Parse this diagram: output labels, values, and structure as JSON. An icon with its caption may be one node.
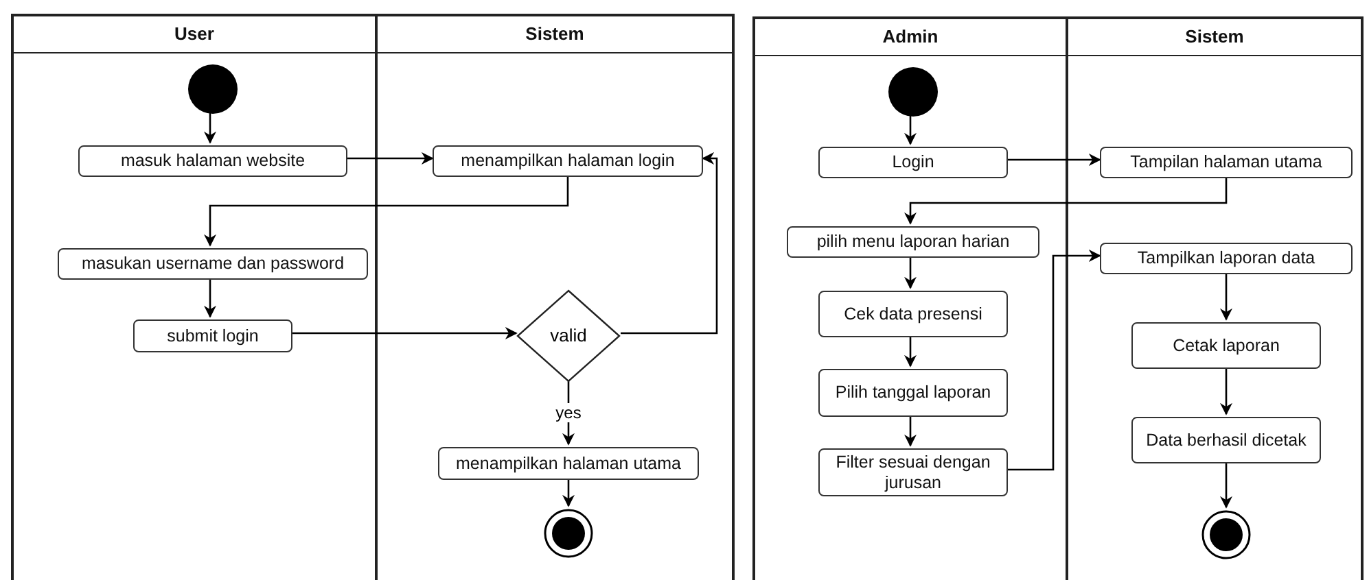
{
  "diagram": {
    "nodes": [
      {
        "text": [
          "User"
        ]
      },
      {
        "text": [],
        "shape": "circle",
        "in": 0
      },
      {
        "text": [
          "masuk halaman website"
        ],
        "in": 0
      },
      {
        "text": [
          "masukan username dan password"
        ],
        "in": 0
      },
      {
        "text": [
          "submit login"
        ],
        "in": 0
      },
      {
        "text": [
          "Sistem"
        ]
      },
      {
        "text": [
          "menampilkan halaman login"
        ],
        "in": 5
      },
      {
        "text": [
          "valid"
        ],
        "in": 5
      },
      {
        "text": [
          "menampilkan halaman utama"
        ],
        "in": 5
      },
      {
        "text": [],
        "shape": "circle",
        "in": 5
      },
      {
        "text": [
          "Admin"
        ]
      },
      {
        "text": [],
        "shape": "circle",
        "in": 10
      },
      {
        "text": [
          "Login"
        ],
        "in": 10
      },
      {
        "text": [
          "pilih menu laporan harian"
        ],
        "in": 10
      },
      {
        "text": [
          "Cek data presensi"
        ],
        "in": 10
      },
      {
        "text": [
          "Pilih tanggal laporan"
        ],
        "in": 10
      },
      {
        "text": [
          "Filter sesuai dengan jurusan"
        ],
        "in": 10
      },
      {
        "text": [
          "Sistem"
        ]
      },
      {
        "text": [
          "Tampilan halaman utama"
        ],
        "in": 17
      },
      {
        "text": [
          "Tampilkan laporan data"
        ],
        "in": 17
      },
      {
        "text": [
          "Cetak laporan"
        ],
        "in": 17
      },
      {
        "text": [
          "Data berhasil dicetak"
        ],
        "in": 17
      },
      {
        "text": [],
        "shape": "circle",
        "in": 17
      }
    ],
    "edges": [
      {
        "from": 1,
        "to": 2,
        "arrow": "to"
      },
      {
        "from": 2,
        "to": 6,
        "arrow": "to"
      },
      {
        "from": 6,
        "to": 3,
        "arrow": "to"
      },
      {
        "from": 3,
        "to": 4,
        "arrow": "to"
      },
      {
        "from": 4,
        "to": 7,
        "arrow": "to"
      },
      {
        "from": 7,
        "to": 6,
        "arrow": "to"
      },
      {
        "from": 7,
        "to": 8,
        "arrow": "to",
        "label": "yes"
      },
      {
        "from": 8,
        "to": 9,
        "arrow": "to"
      },
      {
        "from": 11,
        "to": 12,
        "arrow": "to"
      },
      {
        "from": 12,
        "to": 18,
        "arrow": "to"
      },
      {
        "from": 18,
        "to": 13,
        "arrow": "to"
      },
      {
        "from": 13,
        "to": 14,
        "arrow": "to"
      },
      {
        "from": 14,
        "to": 15,
        "arrow": "to"
      },
      {
        "from": 15,
        "to": 16,
        "arrow": "to"
      },
      {
        "from": 16,
        "to": 19,
        "arrow": "to"
      },
      {
        "from": 19,
        "to": 20,
        "arrow": "to"
      },
      {
        "from": 20,
        "to": 21,
        "arrow": "to"
      },
      {
        "from": 21,
        "to": 22,
        "arrow": "to"
      }
    ]
  }
}
